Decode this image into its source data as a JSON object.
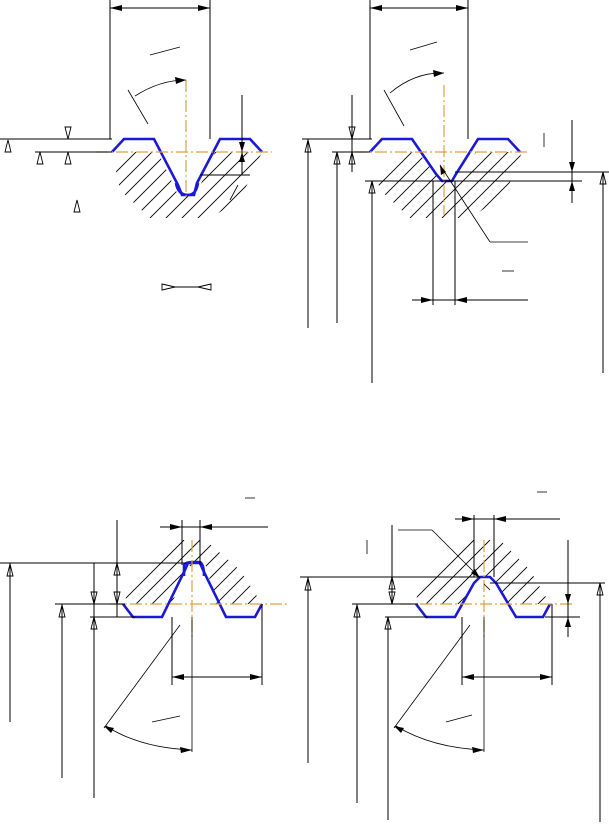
{
  "drawing": {
    "views": [
      {
        "id": "internal-thread-root"
      },
      {
        "id": "internal-thread-crest"
      },
      {
        "id": "external-thread-root"
      },
      {
        "id": "external-thread-crest"
      }
    ],
    "colors": {
      "profile": "#1a1ad6",
      "axis": "#e0a040",
      "lines": "#000000",
      "background": "#ffffff"
    }
  }
}
